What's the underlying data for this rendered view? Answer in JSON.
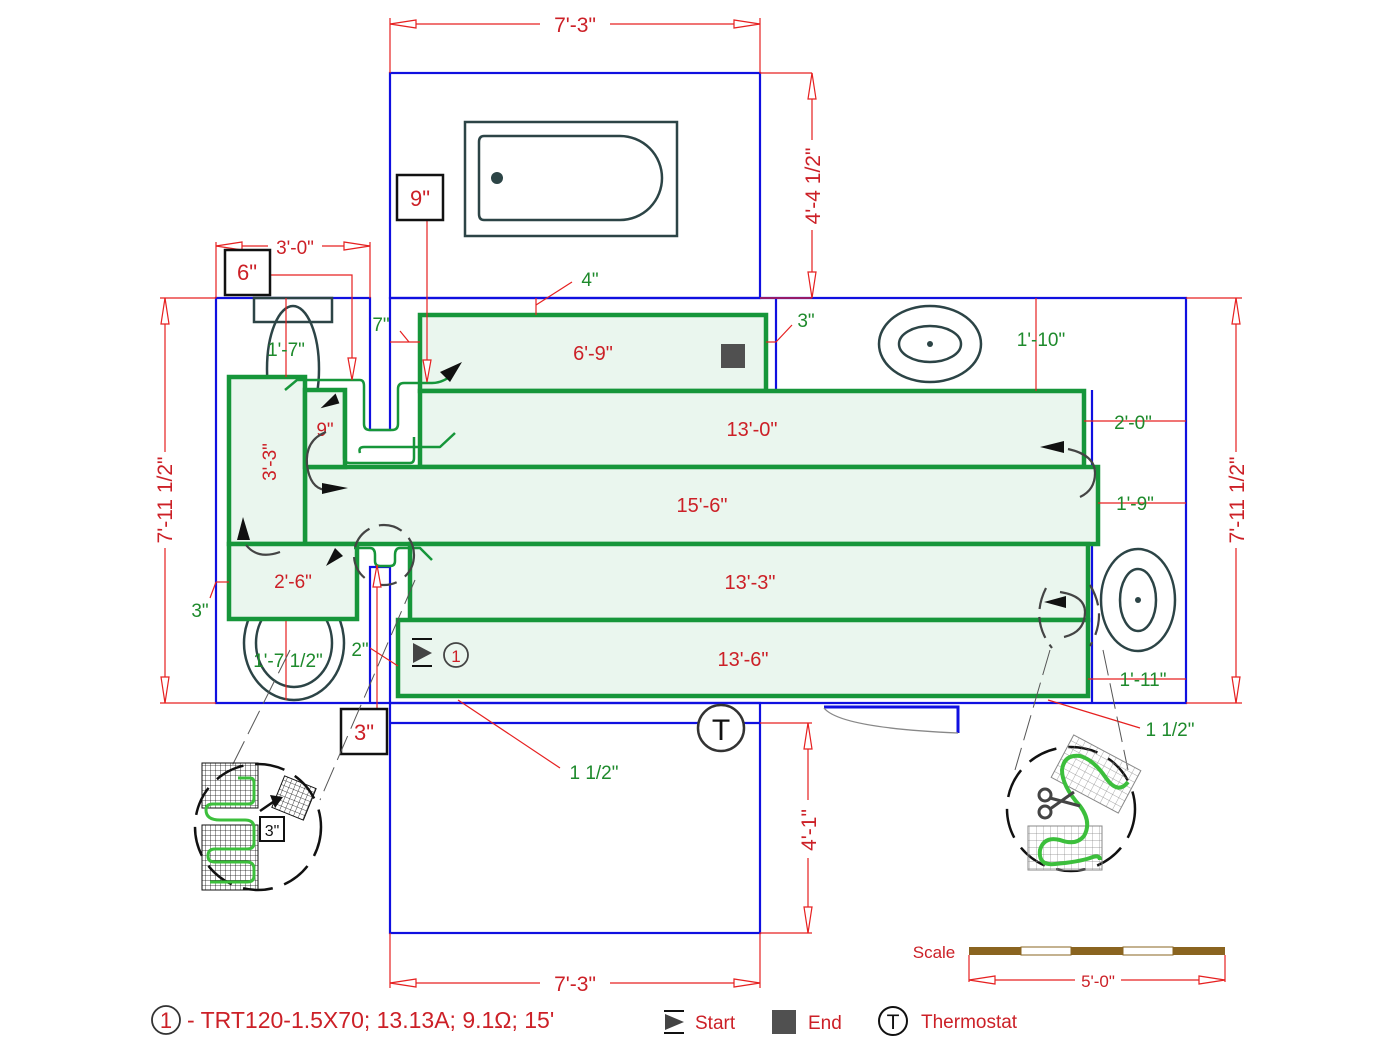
{
  "drawing": {
    "overall_dims": {
      "top_width": "7'-3\"",
      "bottom_width": "7'-3\"",
      "left_height": "7'-11 1/2\"",
      "right_height": "7'-11 1/2\"",
      "top_room_depth": "4'-4 1/2\"",
      "bottom_room_depth": "4'-1\"",
      "toilet_room_width": "3'-0\""
    },
    "mat_lengths": [
      {
        "id": "mat-6-9",
        "label": "6'-9\""
      },
      {
        "id": "mat-13-0",
        "label": "13'-0\""
      },
      {
        "id": "mat-15-6",
        "label": "15'-6\""
      },
      {
        "id": "mat-13-3",
        "label": "13'-3\""
      },
      {
        "id": "mat-13-6",
        "label": "13'-6\""
      },
      {
        "id": "mat-3-3",
        "label": "3'-3\""
      },
      {
        "id": "mat-2-6",
        "label": "2'-6\""
      },
      {
        "id": "mat-9",
        "label": "9\""
      }
    ],
    "clearances": {
      "c_4": "4\"",
      "c_3_top": "3\"",
      "c_7": "7\"",
      "c_1_7": "1'-7\"",
      "c_1_10": "1'-10\"",
      "c_2_0": "2'-0\"",
      "c_1_9": "1'-9\"",
      "c_1_11": "1'-11\"",
      "c_1_half_right": "1 1/2\"",
      "c_1_half_bottom": "1 1/2\"",
      "c_3_left": "3\"",
      "c_2": "2\"",
      "c_1_7_half": "1'-7 1/2\""
    },
    "callout_boxes": {
      "box_6": "6\"",
      "box_9": "9\"",
      "box_3": "3\"",
      "detail_3": "3\""
    },
    "start_marker_number": "1",
    "thermostat_symbol": "T",
    "scale": {
      "label": "Scale",
      "length": "5'-0\""
    }
  },
  "legend": {
    "circuit_number": "1",
    "circuit_text": "- TRT120-1.5X70; 13.13A; 9.1Ω; 15'",
    "start_label": "Start",
    "end_label": "End",
    "thermostat_symbol": "T",
    "thermostat_label": "Thermostat"
  },
  "colors": {
    "wall": "#1010e0",
    "mat_outline": "#16963a",
    "mat_fill": "#eaf6ee",
    "dimension": "#e62020",
    "dimension_text": "#cc2027",
    "clearance_text": "#1e8a2c",
    "fixture": "#2c4446",
    "scale_dark": "#8a6420"
  }
}
